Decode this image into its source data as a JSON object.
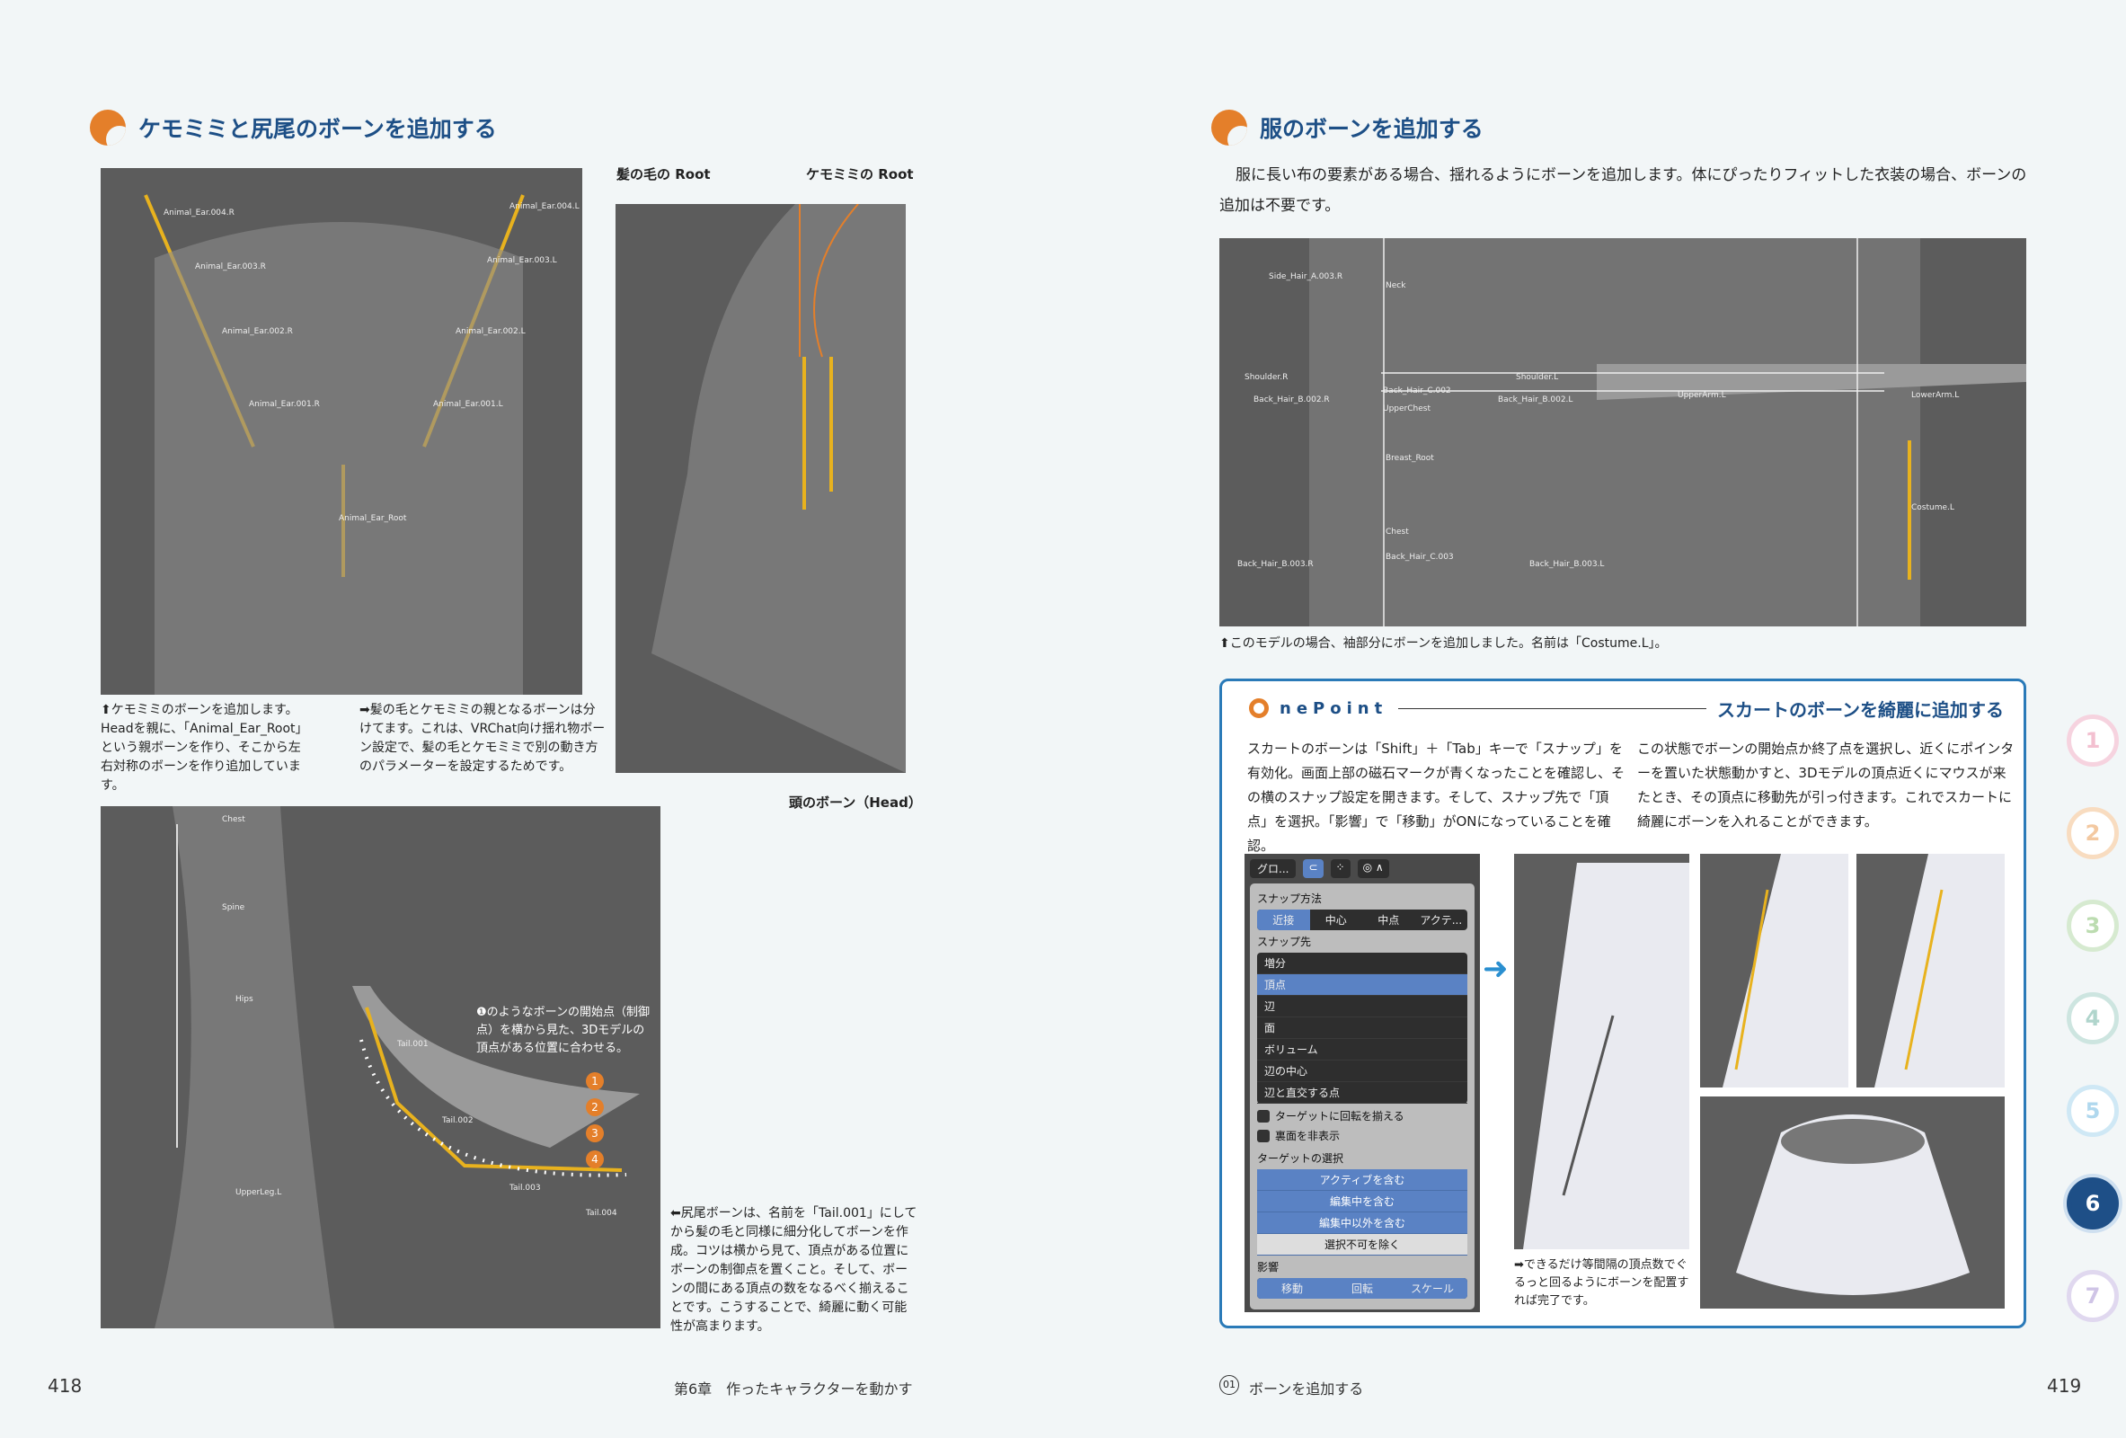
{
  "left_page": {
    "heading": "ケモミミと尻尾のボーンを追加する",
    "label_hair_root": "髪の毛の Root",
    "label_ear_root": "ケモミミの Root",
    "label_head_bone": "頭のボーン（Head）",
    "bones_ear": [
      "Animal_Ear.004.R",
      "Animal_Ear.003.R",
      "Animal_Ear.002.R",
      "Animal_Ear.001.R",
      "Animal_Ear_Root",
      "Animal_Ear.004.L",
      "Animal_Ear.003.L",
      "Animal_Ear.002.L",
      "Animal_Ear.001.L"
    ],
    "bones_tail": [
      "Chest",
      "Spine",
      "Hips",
      "UpperLeg.L",
      "Tail.001",
      "Tail.002",
      "Tail.003",
      "Tail.004"
    ],
    "caption1": "⬆ケモミミのボーンを追加します。Headを親に、「Animal_Ear_Root」という親ボーンを作り、そこから左右対称のボーンを作り追加しています。",
    "caption2": "➡髪の毛とケモミミの親となるボーンは分けてます。これは、VRChat向け揺れ物ボーン設定で、髪の毛とケモミミで別の動き方のパラメーターを設定するためです。",
    "tail_note": "❶のようなボーンの開始点（制御点）を横から見た、3Dモデルの頂点がある位置に合わせる。",
    "markers": [
      "1",
      "2",
      "3",
      "4"
    ],
    "caption3": "⬅尻尾ボーンは、名前を「Tail.001」にしてから髪の毛と同様に細分化してボーンを作成。コツは横から見て、頂点がある位置にボーンの制御点を置くこと。そして、ボーンの間にある頂点の数をなるべく揃えることです。こうすることで、綺麗に動く可能性が高まります。",
    "page_number": "418",
    "chapter": "第6章　作ったキャラクターを動かす"
  },
  "right_page": {
    "heading": "服のボーンを追加する",
    "intro": "服に長い布の要素がある場合、揺れるようにボーンを追加します。体にぴったりフィットした衣装の場合、ボーンの追加は不要です。",
    "bones_body": [
      "Side_Hair_A.003.R",
      "Neck",
      "Shoulder.R",
      "Shoulder.L",
      "Back_Hair_C.002",
      "UpperChest",
      "Back_Hair_B.002.R",
      "Back_Hair_B.002.L",
      "UpperArm.L",
      "LowerArm.L",
      "Breast_Root",
      "Chest",
      "Back_Hair_C.003",
      "Back_Hair_B.003.R",
      "Back_Hair_B.003.L",
      "Costume.L"
    ],
    "caption": "⬆このモデルの場合、袖部分にボーンを追加しました。名前は「Costume.L」。",
    "onepoint": {
      "badge": "nePoint",
      "title": "スカートのボーンを綺麗に追加する",
      "text1": "スカートのボーンは「Shift」＋「Tab」キーで「スナップ」を有効化。画面上部の磁石マークが青くなったことを確認し、その横のスナップ設定を開きます。そして、スナップ先で「頂点」を選択。「影響」で「移動」がONになっていることを確認。",
      "text2": "この状態でボーンの開始点か終了点を選択し、近くにポインターを置いた状態動かすと、3Dモデルの頂点近くにマウスが来たとき、その頂点に移動先が引っ付きます。これでスカートに綺麗にボーンを入れることができます。",
      "panel": {
        "dropdown": "グロ...",
        "snap_method_label": "スナップ方法",
        "snap_methods": [
          "近接",
          "中心",
          "中点",
          "アクテ..."
        ],
        "snap_target_label": "スナップ先",
        "snap_targets": [
          "増分",
          "頂点",
          "辺",
          "面",
          "ボリューム",
          "辺の中心",
          "辺と直交する点"
        ],
        "checkboxes": [
          "ターゲットに回転を揃える",
          "裏面を非表示"
        ],
        "target_select_label": "ターゲットの選択",
        "target_select": [
          "アクティブを含む",
          "編集中を含む",
          "編集中以外を含む",
          "選択不可を除く"
        ],
        "affect_label": "影響",
        "affect": [
          "移動",
          "回転",
          "スケール"
        ]
      },
      "caption": "➡できるだけ等間隔の頂点数でぐるっと回るようにボーンを配置すれば完了です。"
    },
    "section": "01",
    "section_title": "ボーンを追加する",
    "page_number": "419"
  },
  "chapter_tabs": [
    "1",
    "2",
    "3",
    "4",
    "5",
    "6",
    "7"
  ],
  "active_tab": "6",
  "colors": {
    "accent": "#e47f2a",
    "heading": "#1d4f86",
    "box": "#2a7ab8",
    "bone": "#e8b21e"
  }
}
